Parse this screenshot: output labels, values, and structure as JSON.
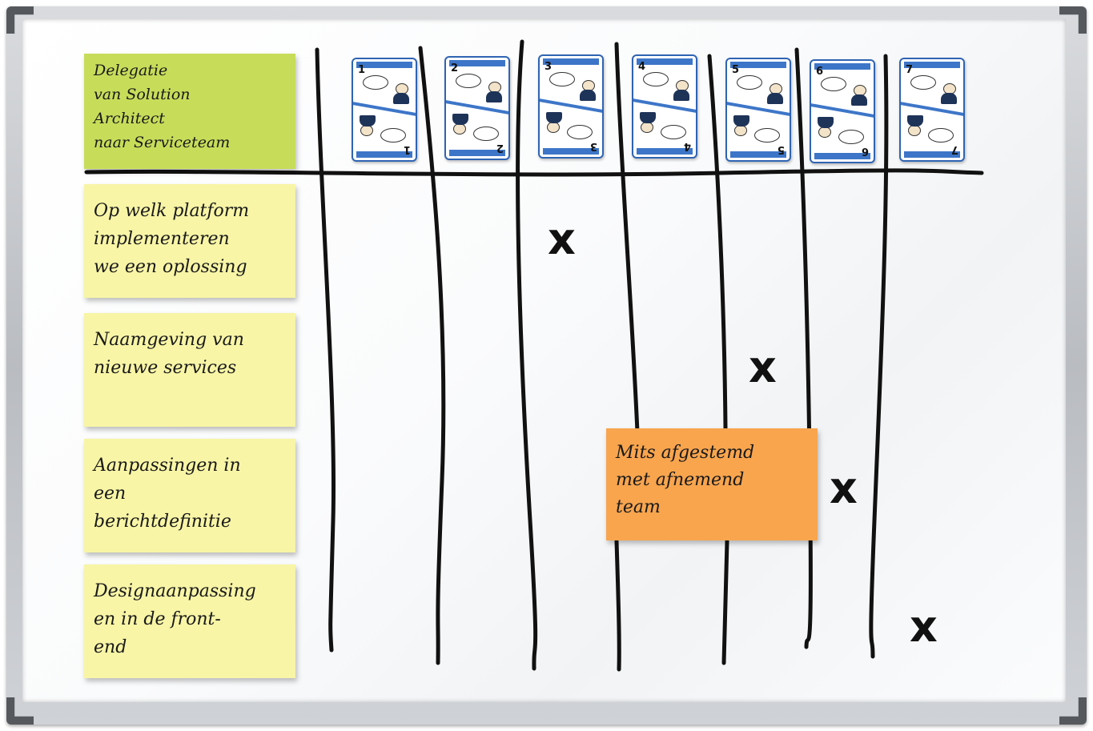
{
  "header_note": {
    "lines": [
      "Delegatie",
      "van Solution",
      "Architect",
      "naar  Serviceteam"
    ],
    "color": "#c7dd5a"
  },
  "row_notes": [
    {
      "lines": [
        "Op welk platform",
        "implementeren",
        "we een oplossing"
      ]
    },
    {
      "lines": [
        "Naamgeving van",
        "nieuwe services"
      ]
    },
    {
      "lines": [
        "Aanpassingen in",
        "een",
        "berichtdefinitie"
      ]
    },
    {
      "lines": [
        "Designaanpassing",
        "en in de front-",
        "end"
      ]
    }
  ],
  "row_note_color": "#f8f5a6",
  "delegation_cards": [
    {
      "number": "1",
      "icon": "delegation-card-icon"
    },
    {
      "number": "2",
      "icon": "delegation-card-icon"
    },
    {
      "number": "3",
      "icon": "delegation-card-icon"
    },
    {
      "number": "4",
      "icon": "delegation-card-icon"
    },
    {
      "number": "5",
      "icon": "delegation-card-icon"
    },
    {
      "number": "6",
      "icon": "delegation-card-icon"
    },
    {
      "number": "7",
      "icon": "delegation-card-icon"
    }
  ],
  "marks": [
    {
      "row": 1,
      "column": 3,
      "symbol": "x"
    },
    {
      "row": 2,
      "column": 5,
      "symbol": "x"
    },
    {
      "row": 3,
      "column": 6,
      "symbol": "x"
    },
    {
      "row": 4,
      "column": 7,
      "symbol": "x"
    }
  ],
  "condition_note": {
    "lines": [
      "Mits afgestemd",
      "met afnemend",
      "team"
    ],
    "color": "#f8a54e"
  }
}
